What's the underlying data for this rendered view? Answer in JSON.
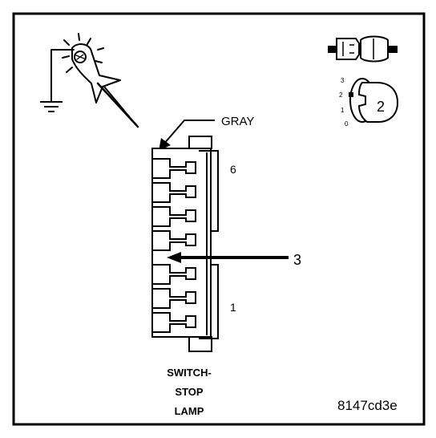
{
  "wire_color_label": "GRAY",
  "pin_labels": {
    "top": "6",
    "bottom": "1"
  },
  "callout_number": "3",
  "key_position_number": "2",
  "key_scale_labels": [
    "3",
    "2",
    "1",
    "0"
  ],
  "component_name_lines": [
    "SWITCH-",
    "STOP",
    "LAMP"
  ],
  "figure_code": "8147cd3e",
  "icons": [
    "test-light-icon",
    "ground-symbol-icon",
    "connector-symbol-icon",
    "ignition-key-icon"
  ]
}
